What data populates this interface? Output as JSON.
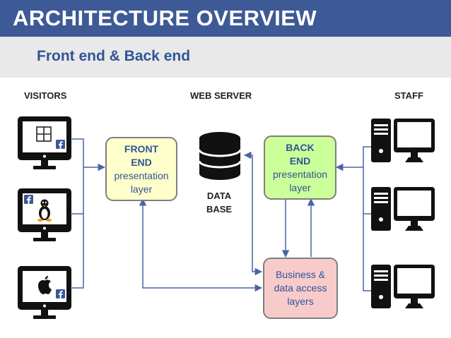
{
  "header": {
    "title": "ARCHITECTURE OVERVIEW",
    "subtitle": "Front end & Back end"
  },
  "columns": {
    "visitors": "VISITORS",
    "web_server": "WEB SERVER",
    "staff": "STAFF"
  },
  "front_end": {
    "line1": "FRONT",
    "line2": "END",
    "line3": "presentation",
    "line4": "layer"
  },
  "back_end": {
    "line1": "BACK",
    "line2": "END",
    "line3": "presentation",
    "line4": "layer"
  },
  "business": {
    "line1": "Business &",
    "line2": "data access",
    "line3": "layers"
  },
  "database": {
    "line1": "DATA",
    "line2": "BASE"
  },
  "visitor_icons": [
    "windows-logo-icon",
    "linux-tux-icon",
    "apple-logo-icon"
  ],
  "social_icon": "facebook-icon",
  "colors": {
    "header_bg": "#3d5a96",
    "subtitle": "#2f5496",
    "front_end_fill": "#ffffcc",
    "back_end_fill": "#ccff99",
    "business_fill": "#f8cbcb",
    "arrow": "#4a64a6",
    "facebook": "#3b5998"
  }
}
